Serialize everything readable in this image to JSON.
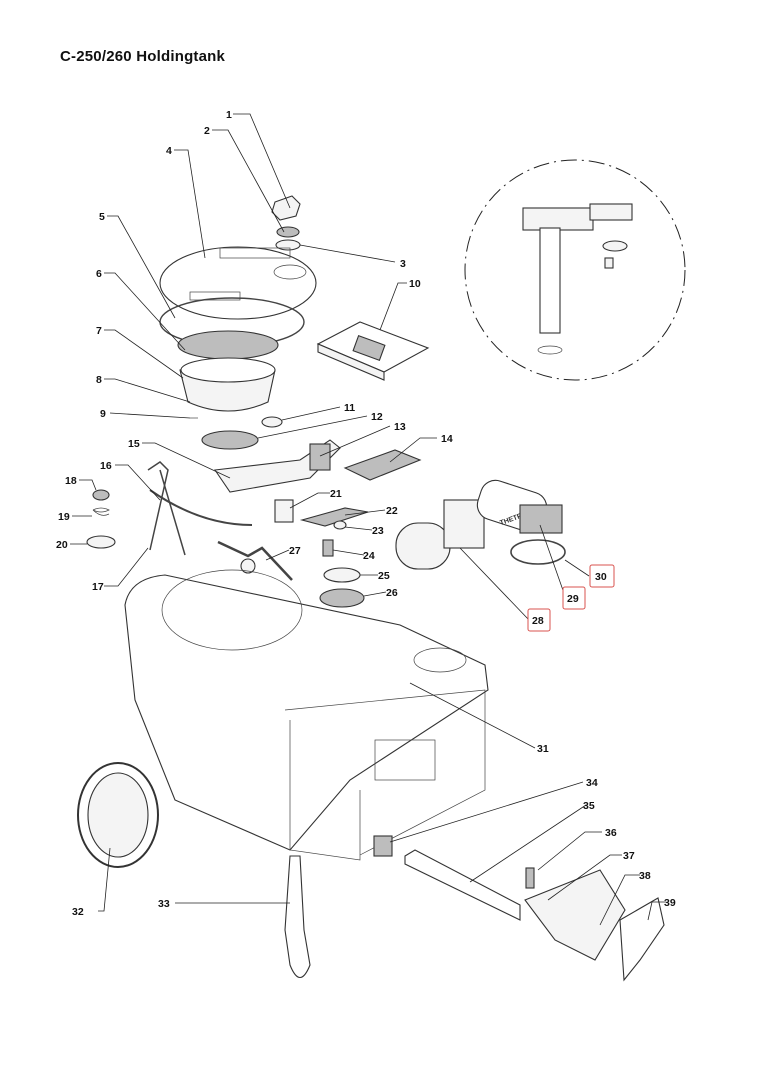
{
  "title": "C-250/260 Holdingtank",
  "brand_text": "THETFORD",
  "callouts": {
    "c1": "1",
    "c2": "2",
    "c3": "3",
    "c4": "4",
    "c5": "5",
    "c6": "6",
    "c7": "7",
    "c8": "8",
    "c9": "9",
    "c10": "10",
    "c11": "11",
    "c12": "12",
    "c13": "13",
    "c14": "14",
    "c15": "15",
    "c16": "16",
    "c17": "17",
    "c18": "18",
    "c19": "19",
    "c20": "20",
    "c21": "21",
    "c22": "22",
    "c23": "23",
    "c24": "24",
    "c25": "25",
    "c26": "26",
    "c27": "27",
    "c28": "28",
    "c29": "29",
    "c30": "30",
    "c31": "31",
    "c32": "32",
    "c33": "33",
    "c34": "34",
    "c35": "35",
    "c36": "36",
    "c37": "37",
    "c38": "38",
    "c39": "39"
  },
  "highlight_color": "#d9534f"
}
